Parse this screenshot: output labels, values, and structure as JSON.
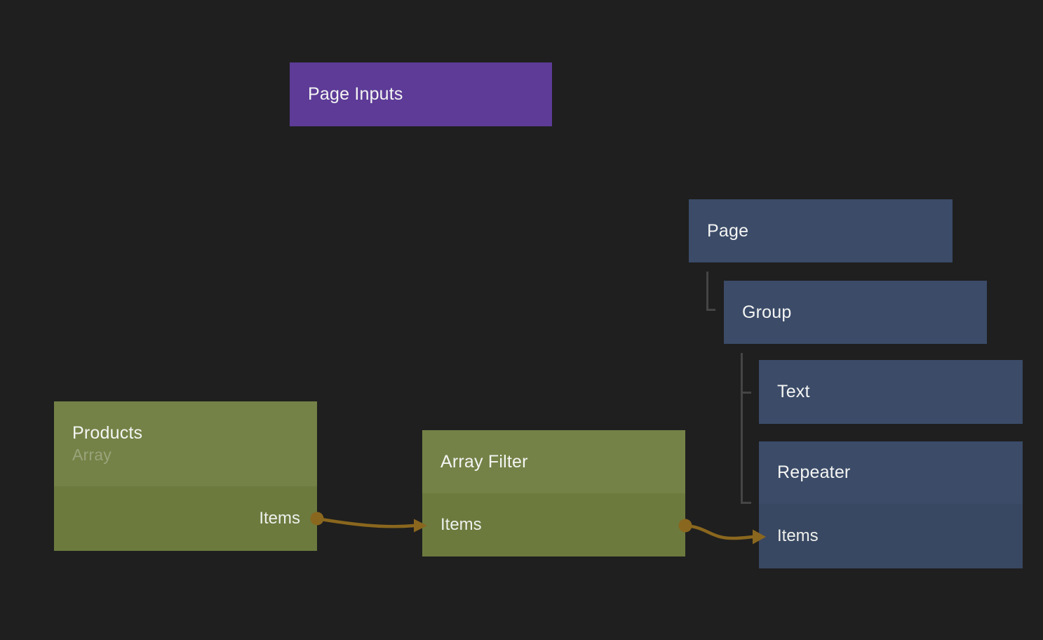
{
  "colors": {
    "background": "#1f1f1f",
    "node_purple": "#5d3b97",
    "node_blue": "#3b4b68",
    "node_blue_port": "#394862",
    "node_green": "#748247",
    "node_green_port": "#6c7a3e",
    "wire": "#8a671e",
    "tree_line": "#454545",
    "label_text": "#f4f5f3",
    "port_text": "#eef0ec",
    "subtitle_text": "#9ba37b"
  },
  "nodes": {
    "page_inputs": {
      "label": "Page Inputs"
    },
    "page": {
      "label": "Page"
    },
    "group": {
      "label": "Group"
    },
    "text": {
      "label": "Text"
    },
    "repeater": {
      "label": "Repeater",
      "items_port_label": "Items"
    },
    "products": {
      "label": "Products",
      "subtitle": "Array",
      "items_port_label": "Items"
    },
    "array_filter": {
      "label": "Array Filter",
      "items_port_label": "Items"
    }
  },
  "hierarchy": [
    {
      "parent": "Page",
      "child": "Group"
    },
    {
      "parent": "Group",
      "child": "Text"
    },
    {
      "parent": "Group",
      "child": "Repeater"
    }
  ],
  "connections": [
    {
      "from_node": "Products",
      "from_port": "Items",
      "to_node": "Array Filter",
      "to_port": "Items"
    },
    {
      "from_node": "Array Filter",
      "from_port": "output",
      "to_node": "Repeater",
      "to_port": "Items"
    }
  ]
}
